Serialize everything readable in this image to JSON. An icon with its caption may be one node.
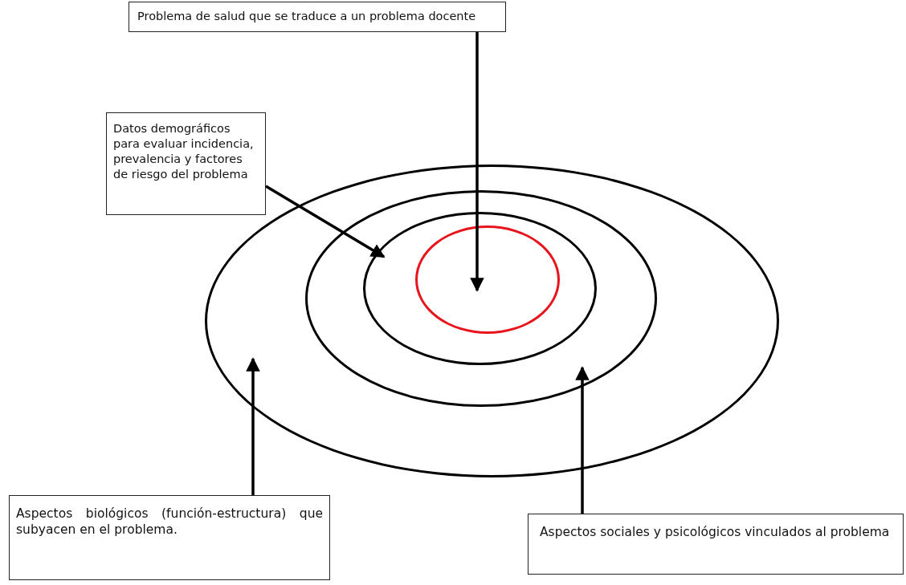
{
  "diagram": {
    "nodes": [
      {
        "text": [
          "Problema de salud que se traduce a un problema docente"
        ]
      },
      {
        "text": [
          "Datos demográficos para evaluar incidencia, prevalencia y factores de riesgo del problema"
        ]
      },
      {
        "text": [],
        "shape": "ellipse"
      },
      {
        "text": [],
        "shape": "ellipse",
        "in": 2
      },
      {
        "text": [],
        "shape": "ellipse",
        "in": 3
      },
      {
        "text": [],
        "shape": "ellipse",
        "in": 4
      },
      {
        "text": [
          "Aspectos biológicos (función-estructura) que subyacen en el problema."
        ]
      },
      {
        "text": [
          "Aspectos sociales y psicológicos vinculados al problema"
        ]
      }
    ],
    "edges": [
      {
        "from": 0,
        "to": 5,
        "arrow": "to"
      },
      {
        "from": 1,
        "to": 4,
        "arrow": "to"
      },
      {
        "from": 6,
        "to": 2,
        "arrow": "to"
      },
      {
        "from": 7,
        "to": 3,
        "arrow": "to"
      }
    ]
  }
}
